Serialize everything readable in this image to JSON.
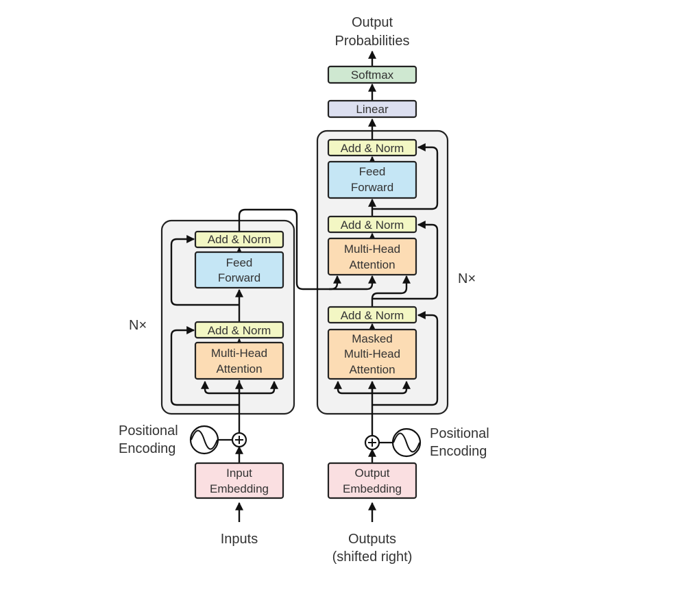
{
  "colors": {
    "add_norm": "#f3f7c4",
    "feed_forward": "#c5e6f5",
    "attention": "#fcdcb4",
    "embedding": "#fadfe1",
    "linear": "#dcdff0",
    "softmax": "#cfe8d1",
    "stack_bg": "#f2f2f2"
  },
  "encoder": {
    "add_norm_top": "Add & Norm",
    "feed_forward": [
      "Feed",
      "Forward"
    ],
    "add_norm_bottom": "Add & Norm",
    "attention": [
      "Multi-Head",
      "Attention"
    ],
    "repeat_label": "N×",
    "positional_encoding": [
      "Positional",
      "Encoding"
    ],
    "embedding": [
      "Input",
      "Embedding"
    ],
    "input_label": "Inputs"
  },
  "decoder": {
    "add_norm_top": "Add & Norm",
    "feed_forward": [
      "Feed",
      "Forward"
    ],
    "add_norm_middle": "Add & Norm",
    "cross_attention": [
      "Multi-Head",
      "Attention"
    ],
    "add_norm_bottom": "Add & Norm",
    "masked_attention": [
      "Masked",
      "Multi-Head",
      "Attention"
    ],
    "repeat_label": "N×",
    "positional_encoding": [
      "Positional",
      "Encoding"
    ],
    "embedding": [
      "Output",
      "Embedding"
    ],
    "input_label": [
      "Outputs",
      "(shifted right)"
    ]
  },
  "head": {
    "linear": "Linear",
    "softmax": "Softmax",
    "output_label": [
      "Output",
      "Probabilities"
    ]
  },
  "icons": [
    "sine-wave-icon",
    "plus-circle-icon"
  ]
}
